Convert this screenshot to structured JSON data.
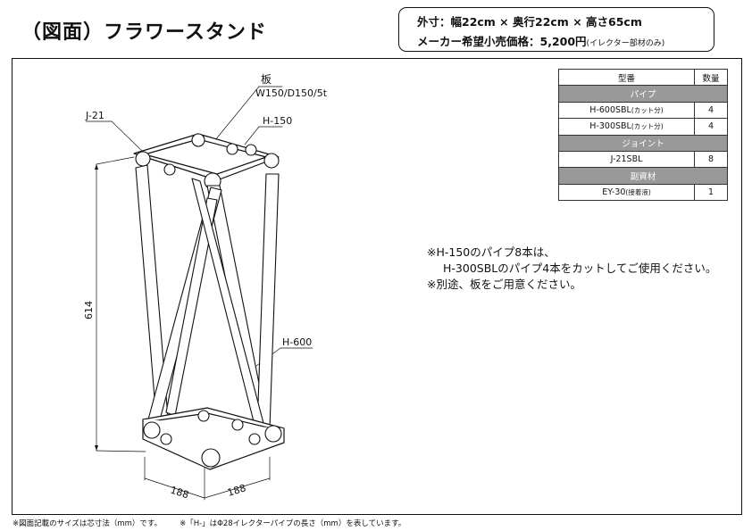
{
  "title": "（図面）フラワースタンド",
  "specs": {
    "dimensions": "外寸：幅22cm × 奥行22cm × 高さ65cm",
    "price_label": "メーカー希望小売価格：5,200円",
    "price_note": "(イレクター部材のみ)"
  },
  "drawing": {
    "labels": {
      "board": "板",
      "board_size": "W150/D150/5t",
      "joint": "J-21",
      "short_pipe": "H-150",
      "long_pipe": "H-600",
      "height": "614",
      "width": "188",
      "depth": "188"
    }
  },
  "parts_table": {
    "header": {
      "model": "型番",
      "qty": "数量"
    },
    "sections": [
      {
        "name": "パイプ",
        "rows": [
          {
            "model": "H-600SBL",
            "note": "(カット分)",
            "qty": "4"
          },
          {
            "model": "H-300SBL",
            "note": "(カット分)",
            "qty": "4"
          }
        ]
      },
      {
        "name": "ジョイント",
        "rows": [
          {
            "model": "J-21SBL",
            "note": "",
            "qty": "8"
          }
        ]
      },
      {
        "name": "副資材",
        "rows": [
          {
            "model": "EY-30",
            "note": "(接着液)",
            "qty": "1"
          }
        ]
      }
    ]
  },
  "notes": {
    "line1": "※H-150のパイプ8本は、",
    "line2": "H-300SBLのパイプ4本をカットしてご使用ください。",
    "line3": "※別途、板をご用意ください。"
  },
  "footer": {
    "note1": "※図面記載のサイズは芯寸法（mm）です。",
    "note2": "※「H-」はΦ28イレクターパイプの長さ（mm）を表しています。"
  }
}
